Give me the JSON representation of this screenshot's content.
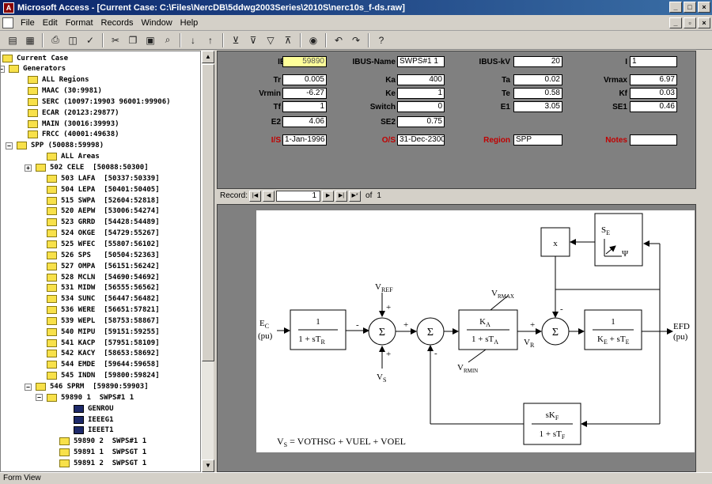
{
  "window": {
    "title": "Microsoft Access - [Current Case:  C:\\Files\\NercDB\\5ddwg2003Series\\2010S\\nerc10s_f-ds.raw]"
  },
  "menu": [
    "File",
    "Edit",
    "Format",
    "Records",
    "Window",
    "Help"
  ],
  "toolbar_icons": [
    "form-view-icon",
    "datasheet-icon",
    "print-icon",
    "print-preview-icon",
    "spelling-icon",
    "cut-icon",
    "copy-icon",
    "paste-icon",
    "find-icon",
    "sort-ascending-icon",
    "sort-descending-icon",
    "filter-by-selection-icon",
    "filter-by-form-icon",
    "apply-filter-icon",
    "remove-filter-icon",
    "database-window-icon",
    "undo-icon",
    "redo-icon",
    "help-icon"
  ],
  "tree": {
    "root": "Current Case",
    "generators": "Generators",
    "regions": [
      "ALL Regions",
      "MAAC (30:9981)",
      "SERC (10097:19903 96001:99906)",
      "ECAR (20123:29877)",
      "MAIN (30016:39993)",
      "FRCC (40001:49638)",
      "SPP (50088:59998)"
    ],
    "areas": [
      "ALL Areas",
      "502 CELE  [50088:50300]",
      "503 LAFA  [50337:50339]",
      "504 LEPA  [50401:50405]",
      "515 SWPA  [52604:52818]",
      "520 AEPW  [53006:54274]",
      "523 GRRD  [54428:54489]",
      "524 OKGE  [54729:55267]",
      "525 WFEC  [55807:56102]",
      "526 SPS   [50504:52363]",
      "527 OMPA  [56151:56242]",
      "528 MCLN  [54690:54692]",
      "531 MIDW  [56555:56562]",
      "534 SUNC  [56447:56482]",
      "536 WERE  [56651:57821]",
      "539 WEPL  [58753:58867]",
      "540 MIPU  [59151:59255]",
      "541 KACP  [57951:58109]",
      "542 KACY  [58653:58692]",
      "544 EMDE  [59644:59658]",
      "545 INDN  [59800:59824]",
      "546 SPRM  [59890:59903]"
    ],
    "unit": "59890 1  SWPS#1 1",
    "models": [
      "GENROU",
      "IEEEG1",
      "IEEET1"
    ],
    "more_units": [
      "59890 2  SWPS#1 1",
      "59891 1  SWPSGT 1",
      "59891 2  SWPSGT 1"
    ]
  },
  "form": {
    "fields": {
      "IBUS": "59890",
      "IBUS-Name": "SWPS#1 1",
      "IBUS-kV": "20",
      "I": "1",
      "Tr": "0.005",
      "Ka": "400",
      "Ta": "0.02",
      "Vrmax": "6.97",
      "Vrmin": "-6.27",
      "Ke": "1",
      "Te": "0.58",
      "Kf": "0.03",
      "Tf": "1",
      "Switch": "0",
      "E1": "3.05",
      "SE1": "0.46",
      "E2": "4.06",
      "SE2": "0.75",
      "I/S": "1-Jan-1996",
      "O/S": "31-Dec-2300",
      "Region": "SPP",
      "Notes": ""
    }
  },
  "recnav": {
    "label": "Record:",
    "current": "1",
    "of": "of",
    "total": "1"
  },
  "diagram": {
    "ec_label": "E",
    "ec_sub": "C",
    "pu": "(pu)",
    "vref": "V",
    "vref_sub": "REF",
    "vs": "V",
    "vs_sub": "S",
    "tr_num": "1",
    "tr_den": "1 + sT",
    "tr_sub": "R",
    "sigma": "Σ",
    "ka_num": "K",
    "ka_num_sub": "A",
    "ka_den": "1 + sT",
    "ka_den_sub": "A",
    "vrmax": "V",
    "vrmax_sub": "RMAX",
    "vrmin": "V",
    "vrmin_sub": "RMIN",
    "vr": "V",
    "vr_sub": "R",
    "ke_num": "1",
    "ke_den_k": "K",
    "ke_den_ksub": "E",
    "ke_den_mid": " + sT",
    "ke_den_tsub": "E",
    "efd": "EFD",
    "efd_pu": "(pu)",
    "x_box": "x",
    "se": "S",
    "se_sub": "E",
    "psi": "Ψ",
    "kf_num": "sK",
    "kf_num_sub": "F",
    "kf_den": "1 + sT",
    "kf_den_sub": "F",
    "equation": "V",
    "equation_sub": "S",
    "equation_rest": " = VOTHSG + VUEL + VOEL",
    "plus": "+",
    "minus": "-"
  },
  "status": "Form View"
}
